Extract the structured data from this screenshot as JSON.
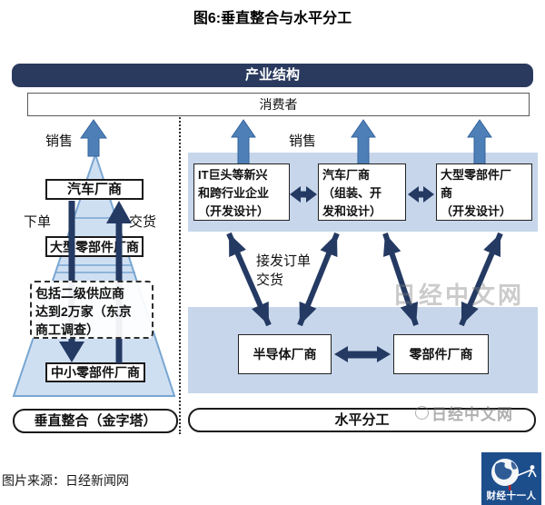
{
  "title": "图6:垂直整合与水平分工",
  "diagram": {
    "header": "产业结构",
    "consumer": "消费者",
    "left": {
      "sales_label": "销售",
      "box_auto": "汽车厂商",
      "order_label": "下单",
      "delivery_label": "交货",
      "box_large_parts": "大型零部件厂商",
      "note": "包括二级供应商\n达到2万家（东京\n商工调查）",
      "box_sme_parts": "中小零部件厂商",
      "caption": "垂直整合（金字塔）"
    },
    "right": {
      "sales_label": "销售",
      "box_it": "IT巨头等新兴\n和跨行业企业\n（开发设计）",
      "box_auto": "汽车厂商\n（组装、开\n发和设计）",
      "box_large_parts": "大型零部件厂\n商\n（开发设计）",
      "order_label": "接发订单\n交货",
      "box_semiconductor": "半导体厂商",
      "box_parts": "零部件厂商",
      "caption": "水平分工",
      "watermark_mid": "日经中文网",
      "watermark_bottom": "日经中文网"
    }
  },
  "footer": {
    "source": "图片来源：日经新闻网",
    "logo_text": "财经十一人"
  },
  "colors": {
    "navy": "#2a3a5f",
    "arrow_navy": "#243a63",
    "steel_blue": "#4e80b7",
    "steel_stroke": "#33639e",
    "panel_blue": "#c7d6ea",
    "pyramid_fill": "#cfdff2",
    "pyramid_stroke": "#78a6d2",
    "logo_blue": "#1d4e8c"
  }
}
